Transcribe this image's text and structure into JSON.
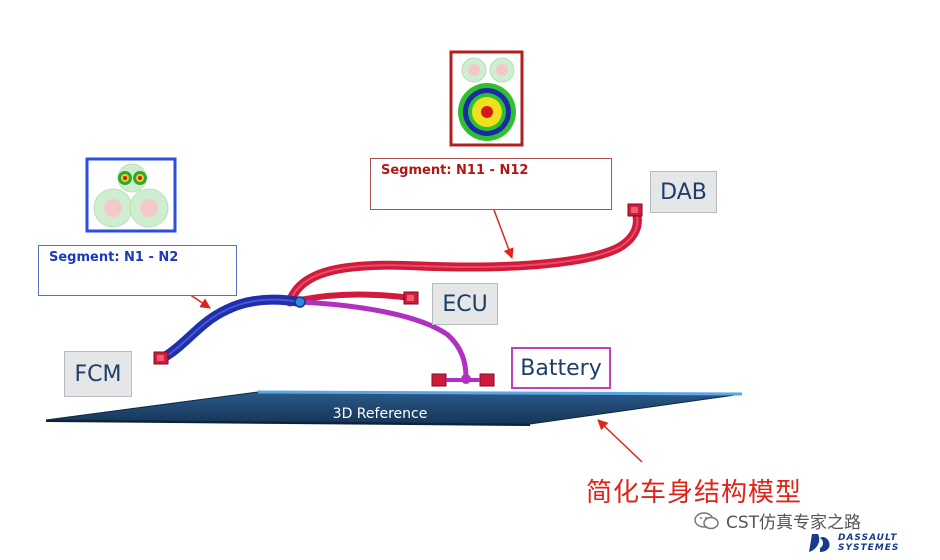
{
  "modules": {
    "fcm": "FCM",
    "ecu": "ECU",
    "dab": "DAB",
    "battery": "Battery"
  },
  "segments": {
    "blue": "Segment: N1 - N2",
    "red": "Segment: N11 - N12"
  },
  "platform_label": "3D Reference",
  "caption": "简化车身结构模型",
  "watermark": "CST仿真专家之路",
  "logo": {
    "line1": "DASSAULT",
    "line2": "SYSTEMES"
  },
  "colors": {
    "blue_harness": "#1f2fae",
    "red_harness": "#d21a3c",
    "magenta_harness": "#b030c0",
    "platform": "#1b3d66",
    "accent_red": "#e0241a"
  }
}
